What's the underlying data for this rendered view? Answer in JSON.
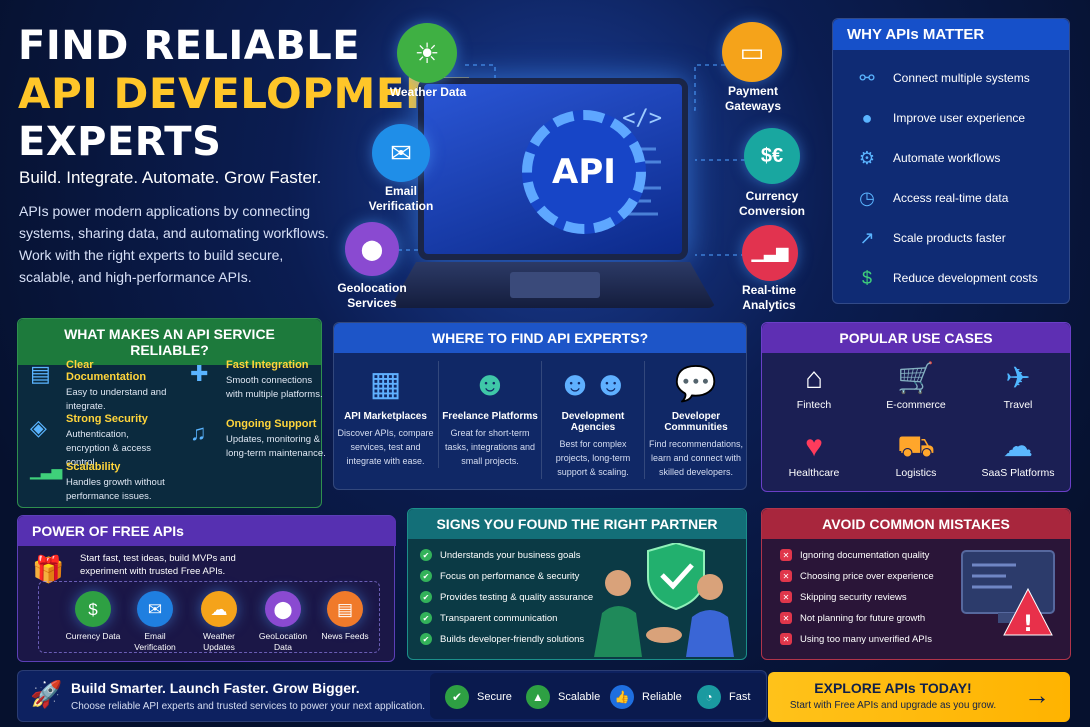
{
  "hero": {
    "line1": "FIND RELIABLE",
    "line2": "API DEVELOPMENT",
    "line3": "EXPERTS",
    "subtitle": "Build. Integrate. Automate. Grow Faster.",
    "description": "APIs power modern applications by connecting systems, sharing data, and automating workflows. Work with the right experts to build secure, scalable, and high-performance APIs."
  },
  "laptop": {
    "api_label": "API",
    "code_glyph": "</>"
  },
  "nodes": [
    {
      "label": "Weather Data",
      "icon": "weather-icon",
      "color": "#3fb043",
      "glyph": "☀"
    },
    {
      "label": "Payment Gateways",
      "icon": "card-icon",
      "color": "#f5a31a",
      "glyph": "▭"
    },
    {
      "label": "Email Verification",
      "icon": "mail-icon",
      "color": "#1f8ee8",
      "glyph": "✉"
    },
    {
      "label": "Currency Conversion",
      "icon": "currency-icon",
      "color": "#19a7a0",
      "glyph": "$€"
    },
    {
      "label": "Geolocation Services",
      "icon": "pin-icon",
      "color": "#8a4ad1",
      "glyph": "⬤"
    },
    {
      "label": "Real-time Analytics",
      "icon": "analytics-icon",
      "color": "#e2334f",
      "glyph": "▁▃▆"
    }
  ],
  "why": {
    "title": "WHY APIs MATTER",
    "items": [
      {
        "label": "Connect multiple systems",
        "icon": "share-icon",
        "glyph": "⚯"
      },
      {
        "label": "Improve user experience",
        "icon": "user-icon",
        "glyph": "●"
      },
      {
        "label": "Automate workflows",
        "icon": "gear-icon",
        "glyph": "⚙"
      },
      {
        "label": "Access real-time data",
        "icon": "clock-icon",
        "glyph": "◷"
      },
      {
        "label": "Scale products faster",
        "icon": "growth-icon",
        "glyph": "↗"
      },
      {
        "label": "Reduce development costs",
        "icon": "dollar-icon",
        "glyph": "$"
      }
    ]
  },
  "reliable": {
    "title": "WHAT MAKES AN API SERVICE RELIABLE?",
    "items": [
      {
        "title": "Clear Documentation",
        "desc": "Easy to understand and integrate.",
        "icon": "document-icon",
        "glyph": "▤"
      },
      {
        "title": "Fast Integration",
        "desc": "Smooth connections with multiple platforms.",
        "icon": "puzzle-icon",
        "glyph": "✚"
      },
      {
        "title": "Strong Security",
        "desc": "Authentication, encryption & access control.",
        "icon": "lock-icon",
        "glyph": "◈"
      },
      {
        "title": "Ongoing Support",
        "desc": "Updates, monitoring & long-term maintenance.",
        "icon": "headset-icon",
        "glyph": "♫"
      },
      {
        "title": "Scalability",
        "desc": "Handles growth without performance issues.",
        "icon": "chart-icon",
        "glyph": "▁▃▅"
      }
    ]
  },
  "where": {
    "title": "WHERE TO FIND API EXPERTS?",
    "cols": [
      {
        "title": "API Marketplaces",
        "desc": "Discover APIs, compare services, test and integrate with ease.",
        "icon": "store-icon",
        "glyph": "▦"
      },
      {
        "title": "Freelance Platforms",
        "desc": "Great for short-term tasks, integrations and small projects.",
        "icon": "freelancer-icon",
        "glyph": "☻"
      },
      {
        "title": "Development Agencies",
        "desc": "Best for complex projects, long-term support & scaling.",
        "icon": "team-icon",
        "glyph": "☻☻"
      },
      {
        "title": "Developer Communities",
        "desc": "Find recommendations, learn and connect with skilled developers.",
        "icon": "chat-icon",
        "glyph": "💬"
      }
    ]
  },
  "use_cases": {
    "title": "POPULAR USE CASES",
    "items": [
      {
        "label": "Fintech",
        "icon": "bank-icon",
        "glyph": "⌂",
        "color": "#ffffff"
      },
      {
        "label": "E-commerce",
        "icon": "cart-icon",
        "glyph": "🛒",
        "color": "#35c46a"
      },
      {
        "label": "Travel",
        "icon": "plane-icon",
        "glyph": "✈",
        "color": "#4fb6ff"
      },
      {
        "label": "Healthcare",
        "icon": "heart-icon",
        "glyph": "♥",
        "color": "#ff3b5c"
      },
      {
        "label": "Logistics",
        "icon": "truck-icon",
        "glyph": "⛟",
        "color": "#ffa62b"
      },
      {
        "label": "SaaS Platforms",
        "icon": "cloud-icon",
        "glyph": "☁",
        "color": "#5bb8ff"
      }
    ]
  },
  "free": {
    "title": "POWER OF FREE APIs",
    "desc": "Start fast, test ideas, build MVPs and experiment with trusted Free APIs.",
    "items": [
      {
        "label": "Currency Data",
        "icon": "dollar-icon",
        "glyph": "$",
        "color": "#2ea043"
      },
      {
        "label": "Email Verification",
        "icon": "mail-icon",
        "glyph": "✉",
        "color": "#1f7fe0"
      },
      {
        "label": "Weather Updates",
        "icon": "weather-icon",
        "glyph": "☁",
        "color": "#f5a31a"
      },
      {
        "label": "GeoLocation Data",
        "icon": "pin-icon",
        "glyph": "⬤",
        "color": "#8a4ad1"
      },
      {
        "label": "News Feeds",
        "icon": "news-icon",
        "glyph": "▤",
        "color": "#f07a2a"
      }
    ]
  },
  "signs": {
    "title": "SIGNS YOU FOUND THE RIGHT PARTNER",
    "items": [
      "Understands your business goals",
      "Focus on performance & security",
      "Provides testing & quality assurance",
      "Transparent communication",
      "Builds developer-friendly solutions"
    ]
  },
  "mistakes": {
    "title": "AVOID COMMON MISTAKES",
    "items": [
      "Ignoring documentation quality",
      "Choosing price over experience",
      "Skipping security reviews",
      "Not planning for future growth",
      "Using too many unverified APIs"
    ]
  },
  "bottom": {
    "headline": "Build Smarter. Launch Faster. Grow Bigger.",
    "sub": "Choose reliable API experts and trusted services to power your next application.",
    "features": [
      {
        "label": "Secure",
        "icon": "shield-icon",
        "glyph": "✔",
        "color": "#2ea043"
      },
      {
        "label": "Scalable",
        "icon": "growth-icon",
        "glyph": "▲",
        "color": "#2ea043"
      },
      {
        "label": "Reliable",
        "icon": "thumbs-up-icon",
        "glyph": "👍",
        "color": "#1f6fe0"
      },
      {
        "label": "Fast",
        "icon": "speedometer-icon",
        "glyph": "◔",
        "color": "#1a9aa0"
      }
    ]
  },
  "cta": {
    "title": "EXPLORE APIs TODAY!",
    "sub": "Start with Free APIs and upgrade as you grow.",
    "arrow": "→"
  }
}
